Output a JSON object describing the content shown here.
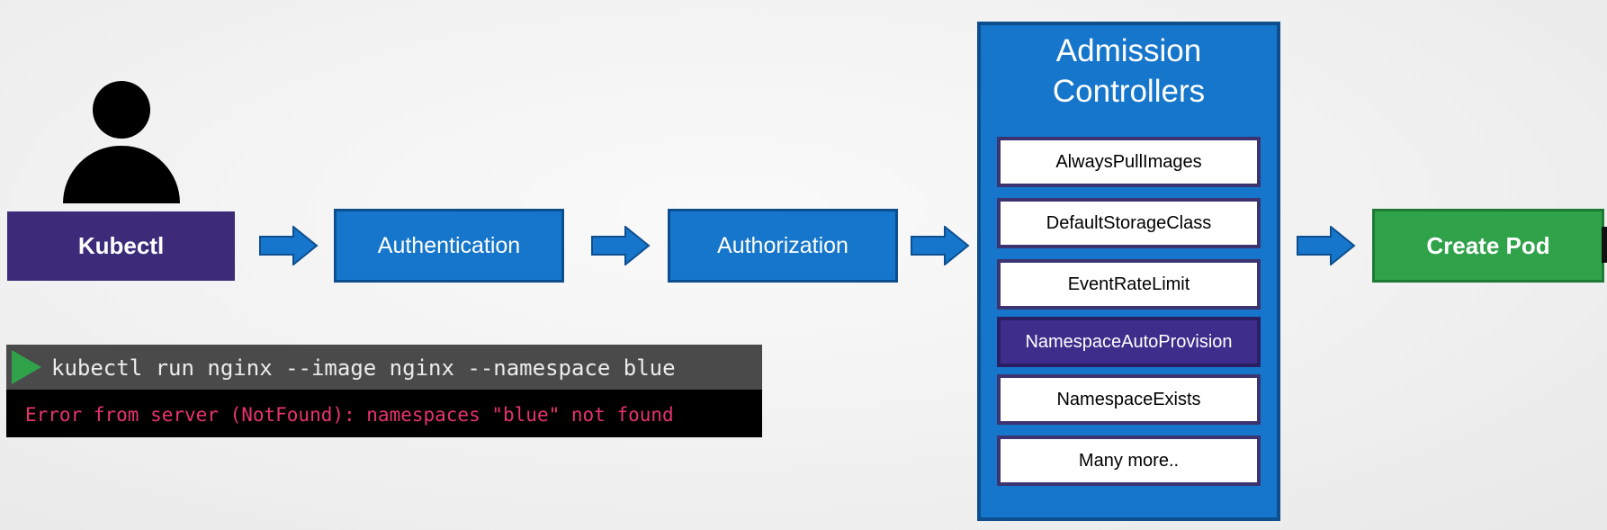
{
  "flow": {
    "client_label": "Kubectl",
    "authentication_label": "Authentication",
    "authorization_label": "Authorization",
    "result_label": "Create Pod"
  },
  "admission": {
    "title_line1": "Admission",
    "title_line2": "Controllers",
    "items": [
      {
        "label": "AlwaysPullImages"
      },
      {
        "label": "DefaultStorageClass"
      },
      {
        "label": "EventRateLimit"
      },
      {
        "label": "NamespaceAutoProvision",
        "active": true
      },
      {
        "label": "NamespaceExists"
      },
      {
        "label": "Many more.."
      }
    ]
  },
  "terminal": {
    "command": "kubectl run nginx --image nginx --namespace blue",
    "output": "Error from server (NotFound): namespaces \"blue\" not found"
  },
  "colors": {
    "stage_blue": "#1676cb",
    "client_purple": "#3d2b7a",
    "active_item_purple": "#3f2d8c",
    "success_green": "#2fa24a",
    "error_pink": "#e8336c"
  },
  "icons": {
    "user": "user-silhouette-icon",
    "arrow": "right-arrow-icon",
    "prompt": "play-triangle-icon"
  }
}
